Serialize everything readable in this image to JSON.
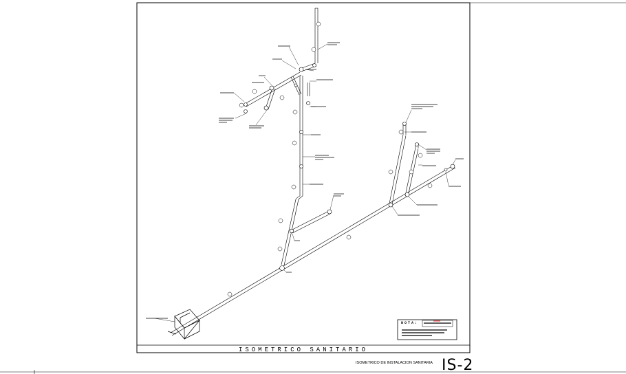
{
  "drawing": {
    "frame_title": "ISOMETRICO SANITARIO",
    "bottom_caption": "ISOMETRICO DE INSTALACION SANITARIA",
    "sheet_code": "IS-2",
    "nota_label": "NOTA:"
  },
  "colors": {
    "line": "#000000",
    "background": "#ffffff",
    "accent": "#ff0000"
  }
}
